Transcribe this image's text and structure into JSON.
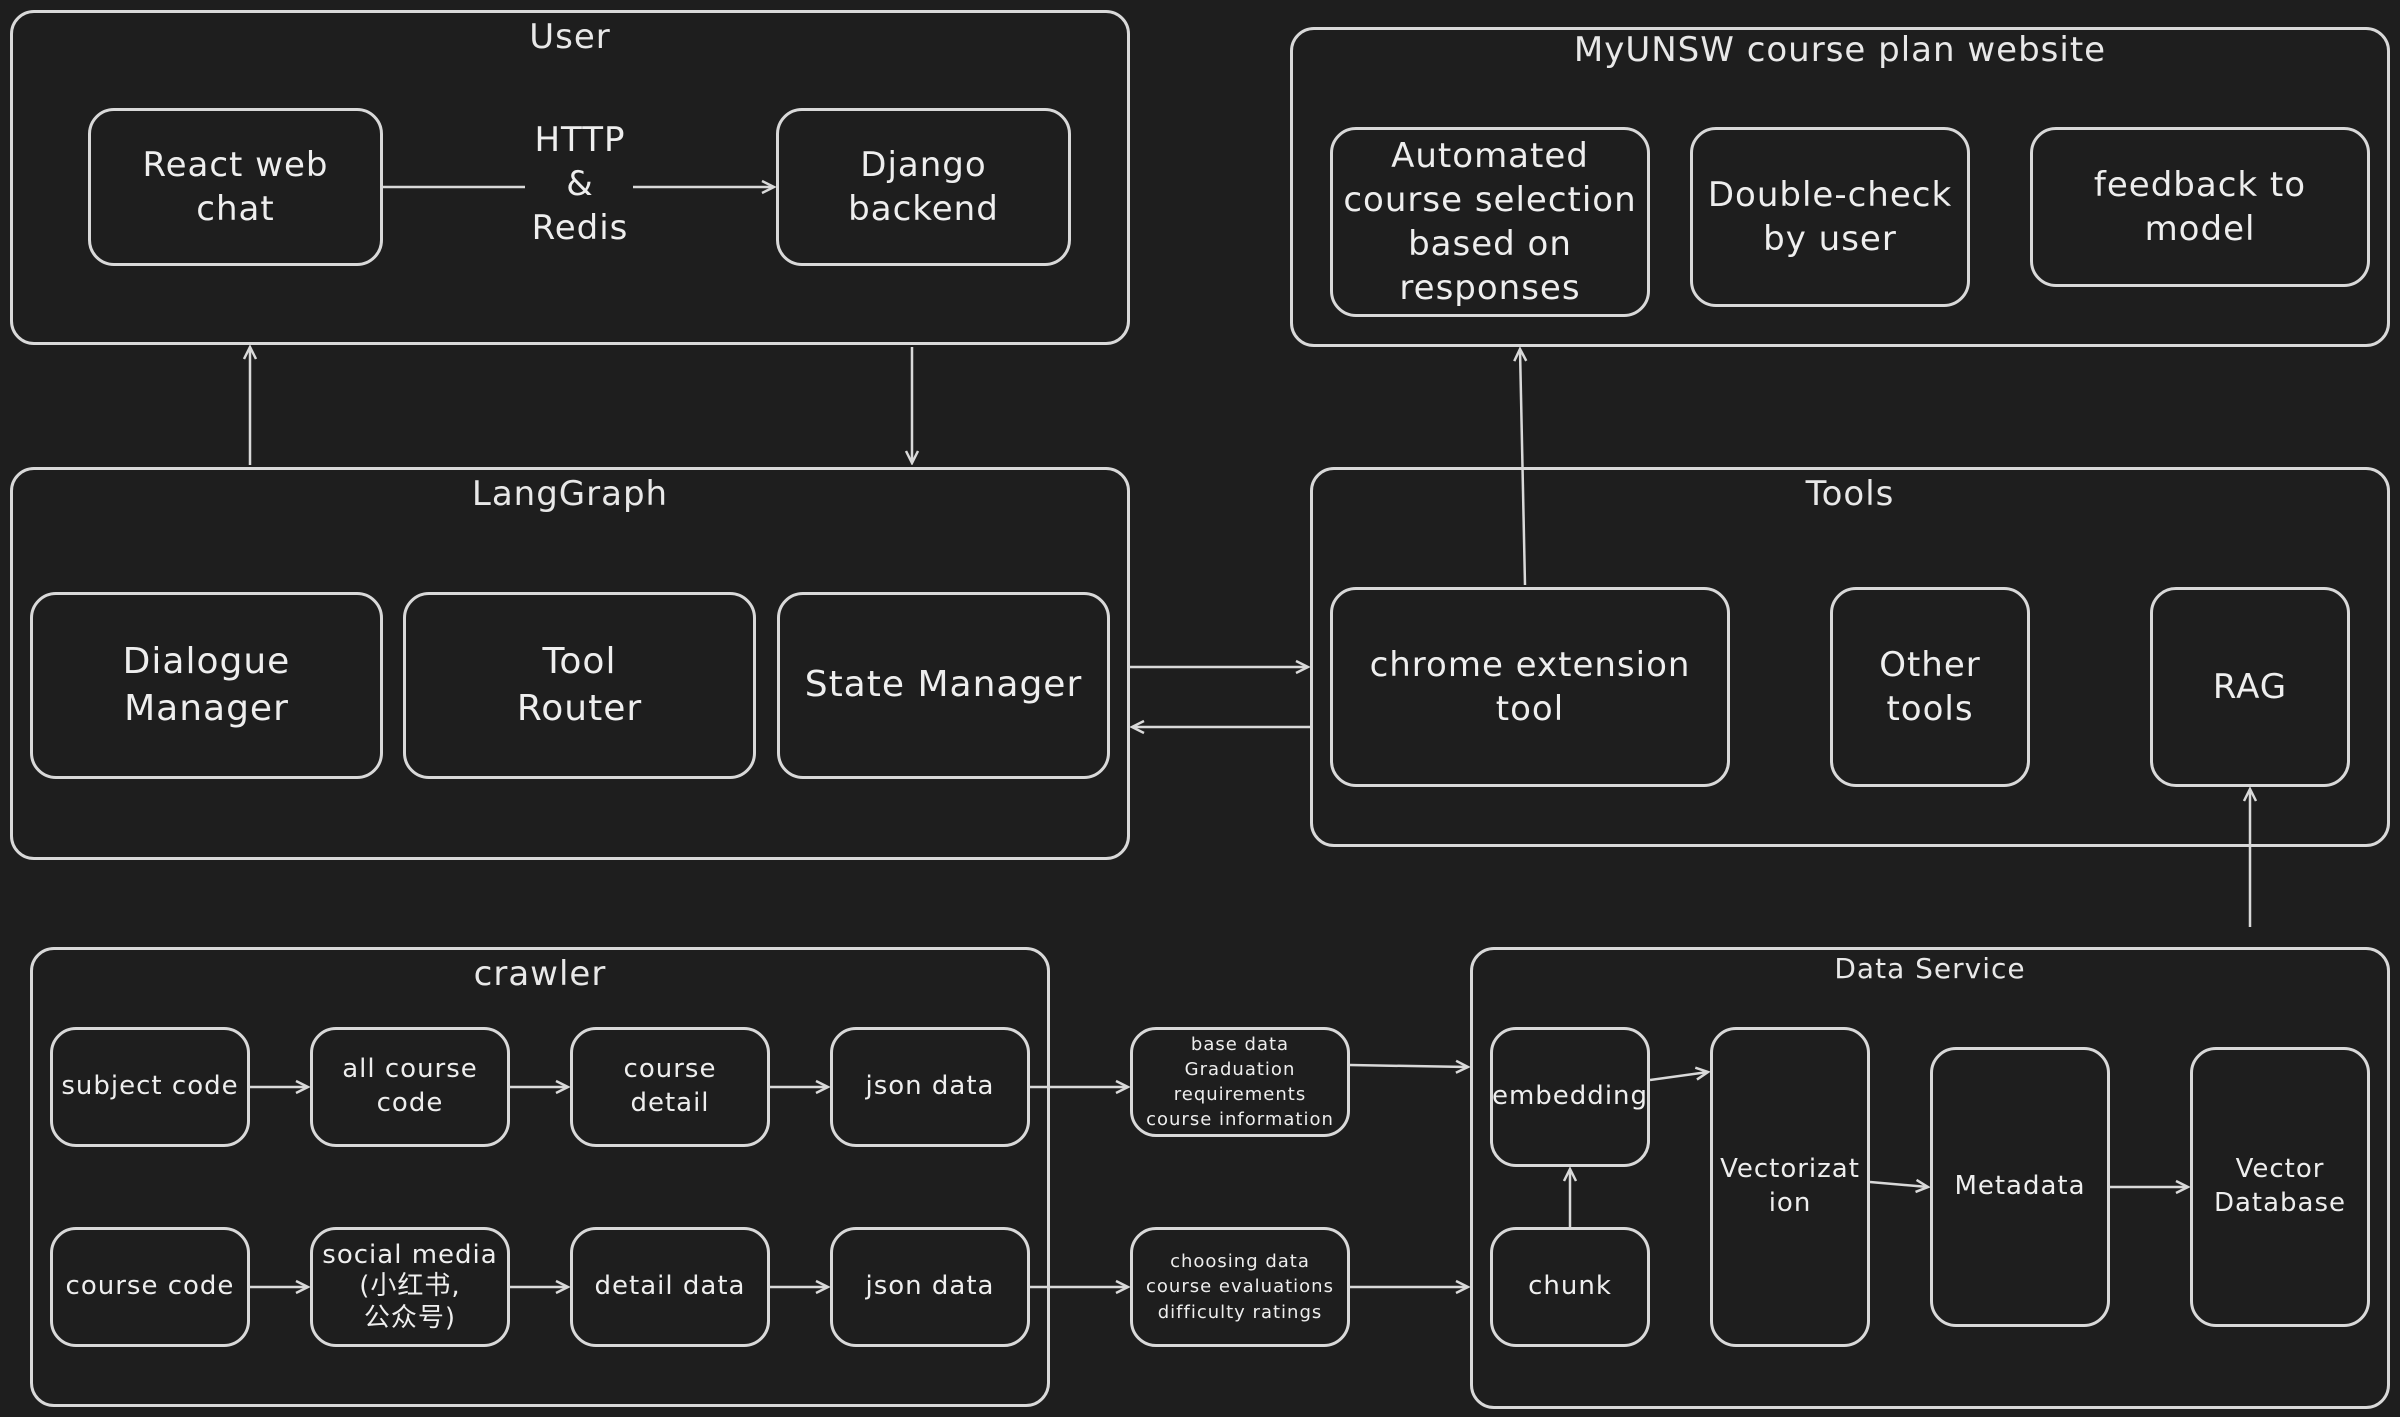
{
  "groups": {
    "user": "User",
    "myunsw": "MyUNSW course plan website",
    "langgraph": "LangGraph",
    "tools": "Tools",
    "crawler": "crawler",
    "data_service": "Data Service"
  },
  "nodes": {
    "react": "React web chat",
    "http": [
      "HTTP",
      "&",
      "Redis"
    ],
    "django": "Django backend",
    "automated": [
      "Automated",
      "course selection",
      "based on",
      "responses"
    ],
    "double_check": [
      "Double-check",
      "by user"
    ],
    "feedback": "feedback to model",
    "dialogue": [
      "Dialogue",
      "Manager"
    ],
    "tool_router": [
      "Tool",
      "Router"
    ],
    "state_manager": "State Manager",
    "chrome": "chrome extension tool",
    "other_tools": [
      "Other",
      "tools"
    ],
    "rag": "RAG",
    "subject_code": "subject code",
    "all_course": [
      "all course",
      "code"
    ],
    "course_detail": "course detail",
    "json_data_1": "json data",
    "course_code": "course code",
    "social_media": [
      "social media",
      "(小红书,",
      "公众号)"
    ],
    "detail_data": "detail data",
    "json_data_2": "json data",
    "base_data": [
      "base data",
      "Graduation",
      "requirements",
      "course information"
    ],
    "choosing_data": [
      "choosing data",
      "course evaluations",
      "difficulty ratings"
    ],
    "embedding": "embedding",
    "chunk": "chunk",
    "vectorization": [
      "Vectorizat",
      "ion"
    ],
    "metadata": "Metadata",
    "vector_db": [
      "Vector",
      "Database"
    ]
  },
  "colors": {
    "background": "#1e1e1e",
    "stroke": "#d9d9d9",
    "text": "#eeeeee"
  }
}
